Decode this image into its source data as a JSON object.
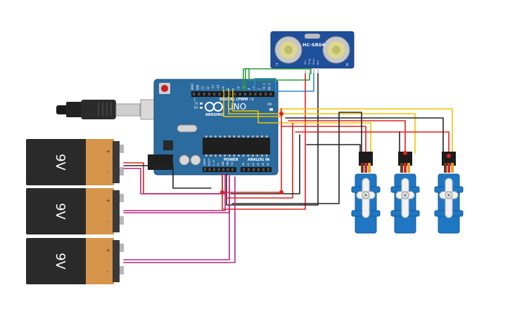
{
  "sensor": {
    "model": "HC-SR04",
    "pin_labels": [
      "Vcc",
      "Trig",
      "Echo",
      "Gnd"
    ],
    "corner_left": "T",
    "corner_right": "R"
  },
  "arduino": {
    "header_top": [
      "AREF",
      "GND",
      "13",
      "12",
      "~11",
      "~10",
      "~9",
      "8",
      "7",
      "~6",
      "~5",
      "4",
      "~3",
      "2",
      "TX 1",
      "RX 0"
    ],
    "digital_label": "DIGITAL (PWM ~)",
    "brand": "ARDUINO",
    "model": "UNO",
    "tx_label": "TX",
    "rx_label": "RX",
    "on_label": "ON",
    "l_label": "L",
    "power_label": "POWER",
    "analog_label": "ANALOG IN",
    "power_pins": [
      "IOREF",
      "RESET",
      "3.3V",
      "5V",
      "GND",
      "GND",
      "Vin"
    ],
    "analog_pins": [
      "A0",
      "A1",
      "A2",
      "A3",
      "A4",
      "A5"
    ]
  },
  "batteries": [
    {
      "label": "9V",
      "plus": "+",
      "minus": "-"
    },
    {
      "label": "9V",
      "plus": "+",
      "minus": "-"
    },
    {
      "label": "9V",
      "plus": "+",
      "minus": "-"
    }
  ],
  "servos": [
    {
      "id": "servo-1"
    },
    {
      "id": "servo-2"
    },
    {
      "id": "servo-3"
    }
  ],
  "colors": {
    "board": "#2b6b9e",
    "sensor": "#1e4f9a",
    "servo": "#1f77c4",
    "battery_body": "#2a2a2a",
    "battery_label": "#d6934a",
    "wire_red": "#e02020",
    "wire_black": "#222222",
    "wire_yellow": "#f2c200",
    "wire_green": "#2a9a3a",
    "wire_blue": "#2a8ad0",
    "wire_magenta": "#b8247a"
  }
}
